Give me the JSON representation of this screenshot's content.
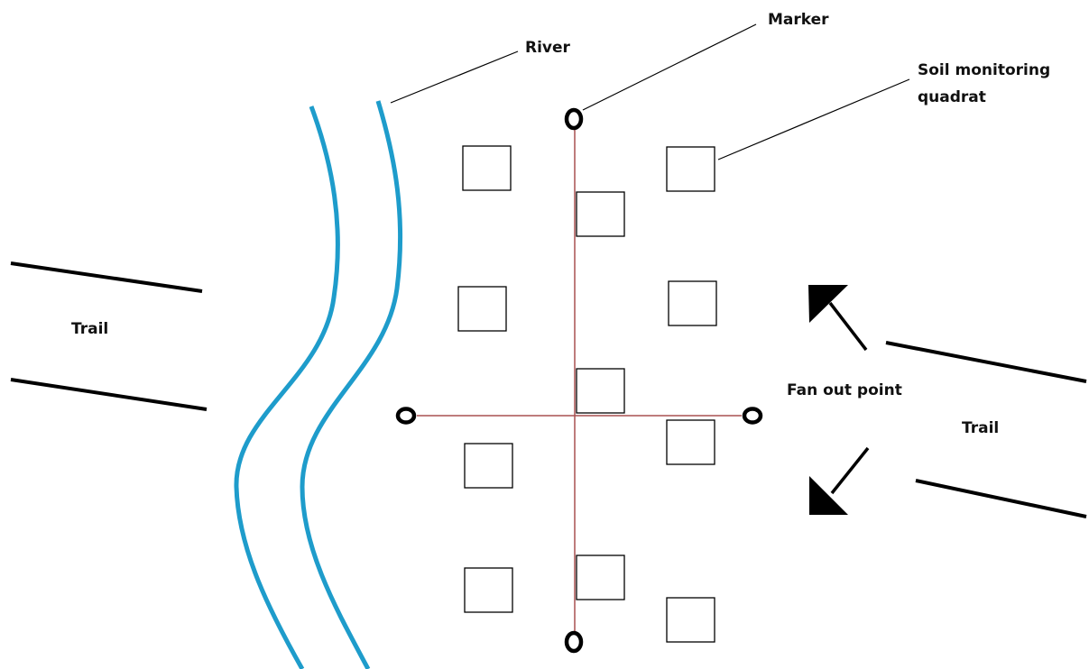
{
  "labels": {
    "river": "River",
    "marker": "Marker",
    "quadrat_line1": "Soil monitoring",
    "quadrat_line2": "quadrat",
    "trail_left": "Trail",
    "trail_right": "Trail",
    "fan_out": "Fan out point"
  },
  "colors": {
    "river": "#1e9ccb",
    "transect": "#a85050",
    "ink": "#000000"
  },
  "icons": {
    "markers": "ring-marker-icon",
    "arrows": "arrow-icon"
  }
}
